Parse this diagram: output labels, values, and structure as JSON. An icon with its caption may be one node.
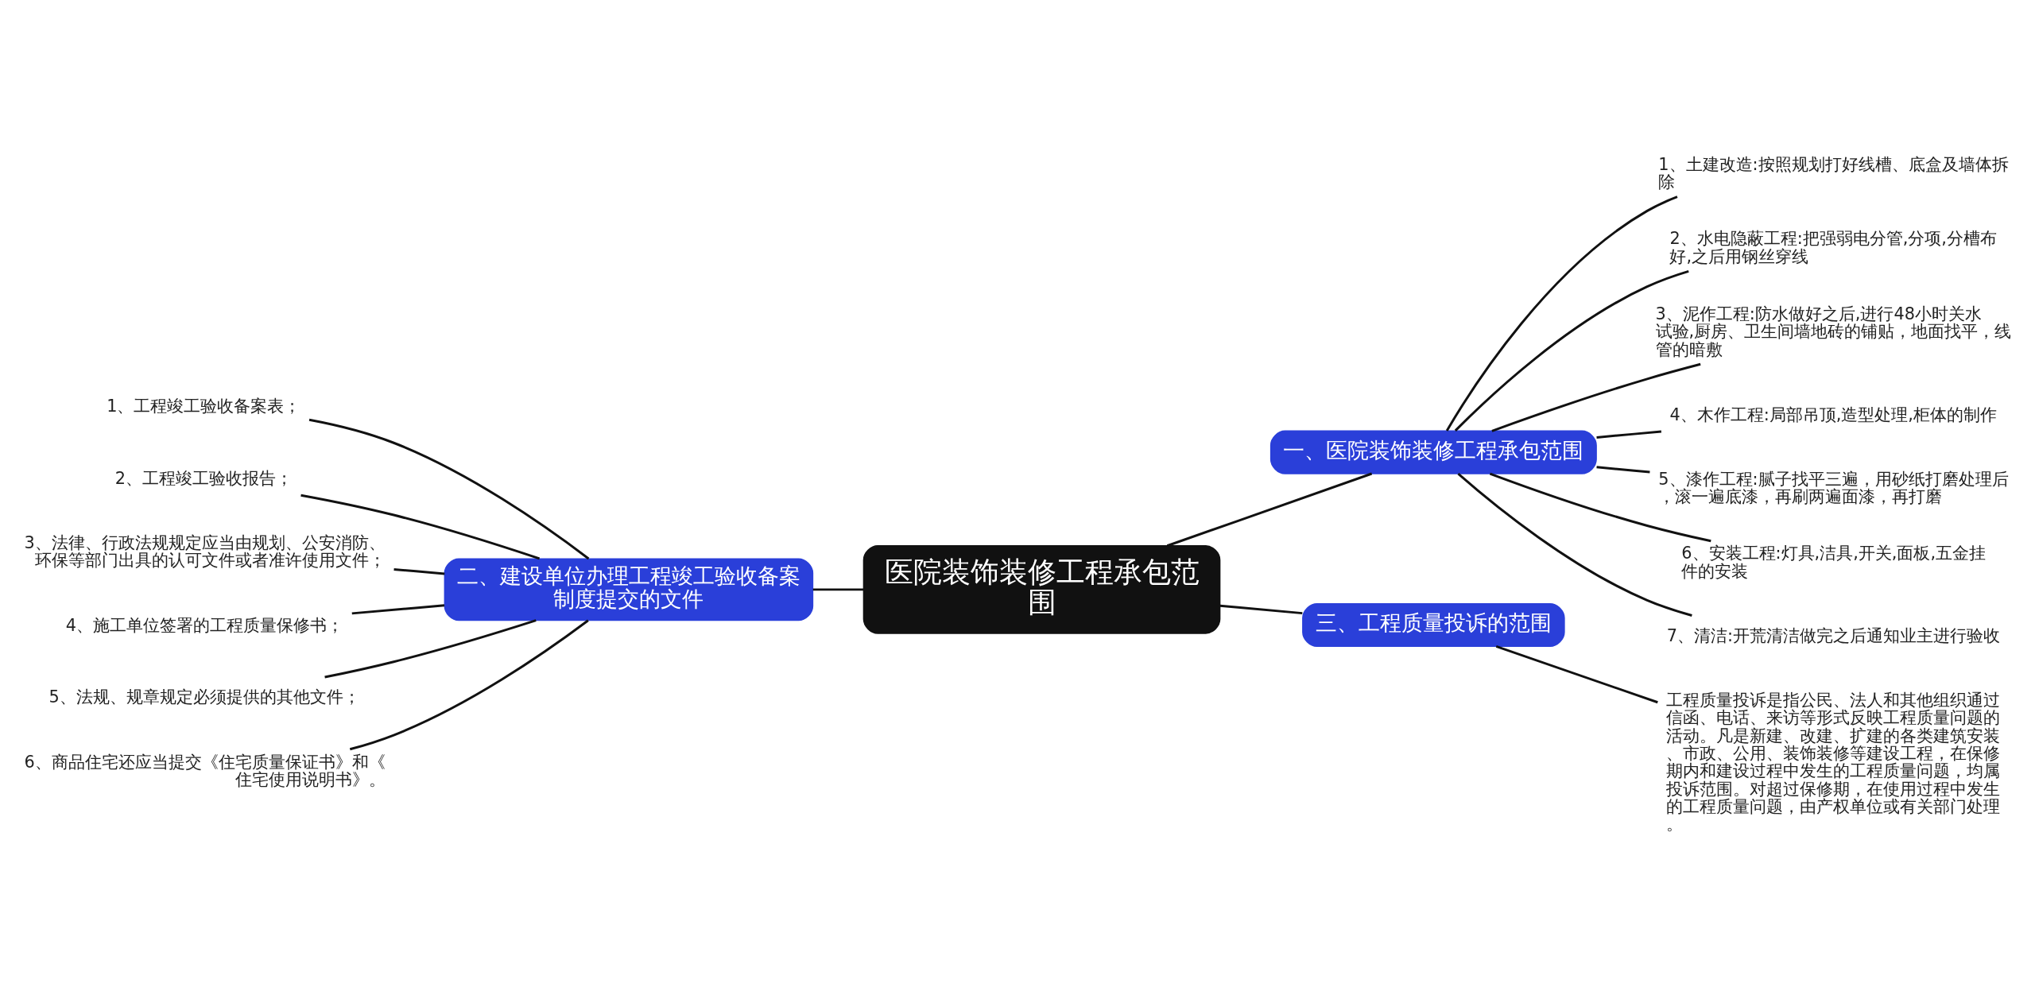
{
  "diagram": {
    "nodes": [
      {
        "text": [
          "医院装饰装修工程承包范围"
        ]
      },
      {
        "text": [
          "一、医院装饰装修工程承包范围"
        ]
      },
      {
        "text": [
          "1、土建改造:按照规划打好线槽、底盒及墙体拆除"
        ]
      },
      {
        "text": [
          "2、水电隐蔽工程:把强弱电分管,分项,分槽布好,之后用钢丝穿线"
        ]
      },
      {
        "text": [
          "3、泥作工程:防水做好之后,进行48小时关水试验,厨房、卫生间墙地砖的铺贴，地面找平，线管的暗敷"
        ]
      },
      {
        "text": [
          "4、木作工程:局部吊顶,造型处理,柜体的制作"
        ]
      },
      {
        "text": [
          "5、漆作工程:腻子找平三遍，用砂纸打磨处理后，滚一遍底漆，再刷两遍面漆，再打磨"
        ]
      },
      {
        "text": [
          "6、安装工程:灯具,洁具,开关,面板,五金挂件的安装"
        ]
      },
      {
        "text": [
          "7、清洁:开荒清洁做完之后通知业主进行验收"
        ]
      },
      {
        "text": [
          "三、工程质量投诉的范围"
        ]
      },
      {
        "text": [
          "工程质量投诉是指公民、法人和其他组织通过信函、电话、来访等形式反映工程质量问题的活动。凡是新建、改建、扩建的各类建筑安装、市政、公用、装饰装修等建设工程，在保修期内和建设过程中发生的工程质量问题，均属投诉范围。对超过保修期，在使用过程中发生的工程质量问题，由产权单位或有关部门处理。"
        ]
      },
      {
        "text": [
          "二、建设单位办理工程竣工验收备案制度提交的文件"
        ]
      },
      {
        "text": [
          "1、工程竣工验收备案表；"
        ]
      },
      {
        "text": [
          "2、工程竣工验收报告；"
        ]
      },
      {
        "text": [
          "3、法律、行政法规规定应当由规划、公安消防、环保等部门出具的认可文件或者准许使用文件；"
        ]
      },
      {
        "text": [
          "4、施工单位签署的工程质量保修书；"
        ]
      },
      {
        "text": [
          "5、法规、规章规定必须提供的其他文件；"
        ]
      },
      {
        "text": [
          "6、商品住宅还应当提交《住宅质量保证书》和《住宅使用说明书》。"
        ]
      }
    ],
    "edges": [
      {
        "from": 0,
        "to": 1,
        "arrow": "none"
      },
      {
        "from": 1,
        "to": 2,
        "arrow": "none"
      },
      {
        "from": 1,
        "to": 3,
        "arrow": "none"
      },
      {
        "from": 1,
        "to": 4,
        "arrow": "none"
      },
      {
        "from": 1,
        "to": 5,
        "arrow": "none"
      },
      {
        "from": 1,
        "to": 6,
        "arrow": "none"
      },
      {
        "from": 1,
        "to": 7,
        "arrow": "none"
      },
      {
        "from": 1,
        "to": 8,
        "arrow": "none"
      },
      {
        "from": 0,
        "to": 9,
        "arrow": "none"
      },
      {
        "from": 9,
        "to": 10,
        "arrow": "none"
      },
      {
        "from": 0,
        "to": 11,
        "arrow": "none"
      },
      {
        "from": 11,
        "to": 12,
        "arrow": "none"
      },
      {
        "from": 11,
        "to": 13,
        "arrow": "none"
      },
      {
        "from": 11,
        "to": 14,
        "arrow": "none"
      },
      {
        "from": 11,
        "to": 15,
        "arrow": "none"
      },
      {
        "from": 11,
        "to": 16,
        "arrow": "none"
      },
      {
        "from": 11,
        "to": 17,
        "arrow": "none"
      }
    ]
  }
}
